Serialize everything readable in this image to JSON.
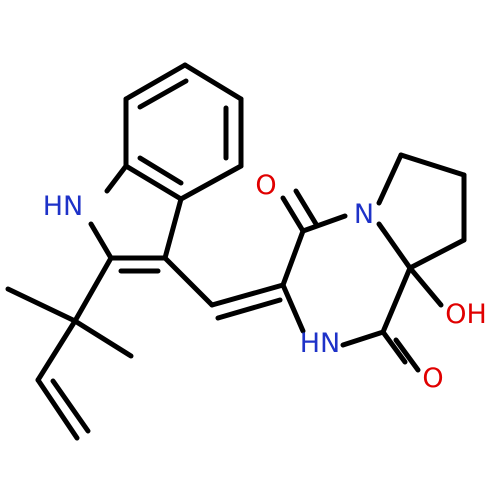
{
  "colors": {
    "bond": "#000000",
    "nitrogen": "#1e32c8",
    "oxygen": "#e00000",
    "background": "#ffffff"
  },
  "labels": {
    "nh_indole": "HN",
    "o_upper": "O",
    "n_ring": "N",
    "oh": "OH",
    "nh_amide": "HN",
    "o_lower": "O"
  }
}
